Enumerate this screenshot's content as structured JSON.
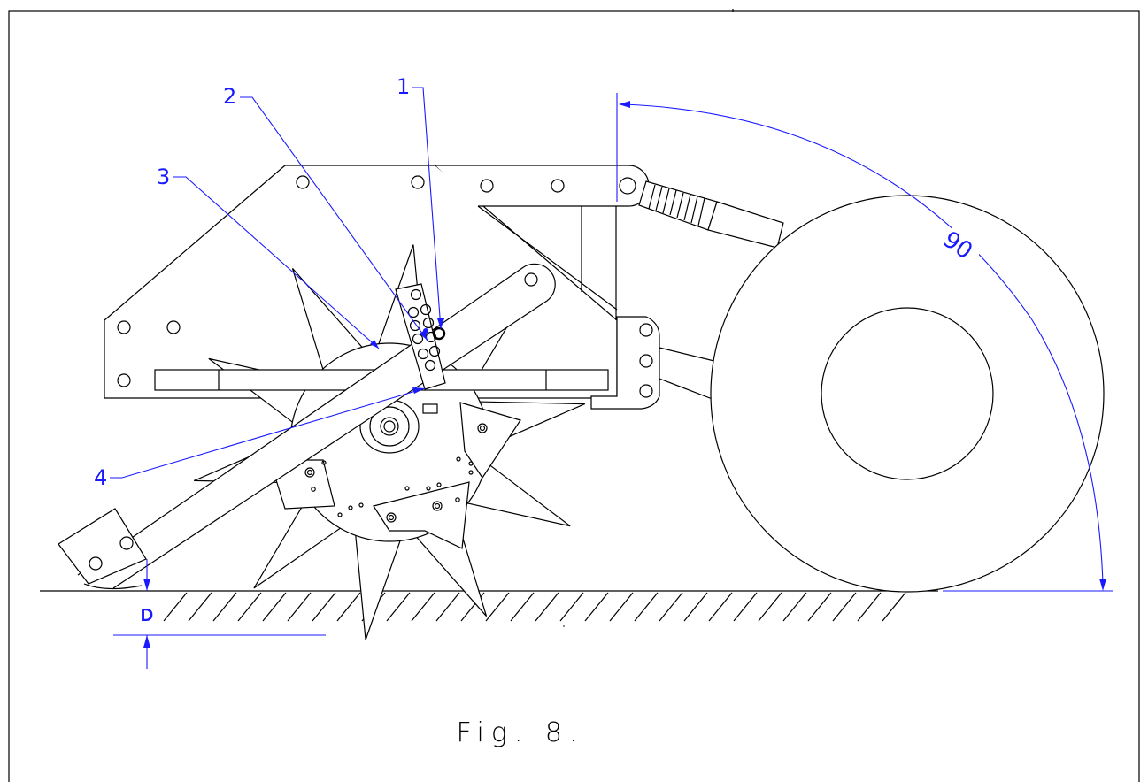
{
  "figure": {
    "caption": "Fig. 8.",
    "callouts": [
      "1",
      "2",
      "3",
      "4"
    ],
    "angle_label": "90",
    "depth_label": "D"
  },
  "colors": {
    "line": "#000000",
    "annotation": "#1a1aff",
    "background": "#ffffff"
  }
}
